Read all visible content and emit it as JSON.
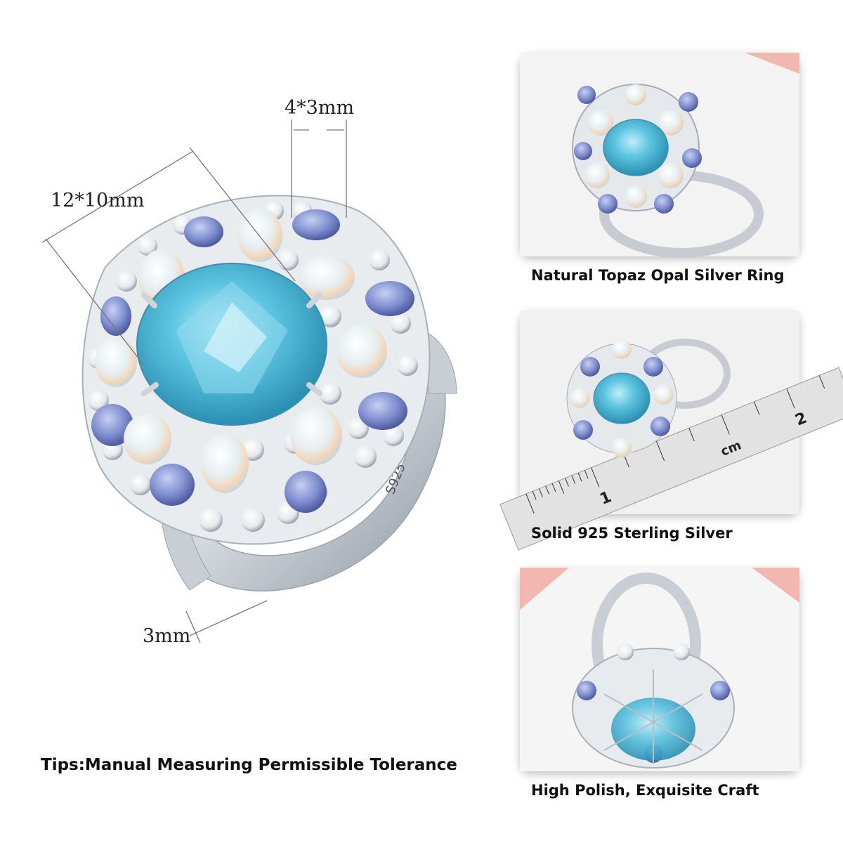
{
  "dimensions": {
    "center_stone": "12*10mm",
    "side_stone": "4*3mm",
    "band_width": "3mm"
  },
  "band_stamp": "S925",
  "tips": "Tips:Manual Measuring Permissible Tolerance",
  "panels": [
    {
      "caption": "Natural Topaz Opal Silver Ring"
    },
    {
      "caption": "Solid 925 Sterling Silver"
    },
    {
      "caption": "High Polish, Exquisite Craft"
    }
  ],
  "ruler": {
    "unit_label": "cm",
    "numbers": [
      "1",
      "2"
    ]
  },
  "colors": {
    "topaz": "#5cc4e0",
    "tanzanite": "#7f8fd0",
    "opal": "#e8eef0",
    "silver": "#d7dbe0",
    "background": "#ffffff"
  }
}
